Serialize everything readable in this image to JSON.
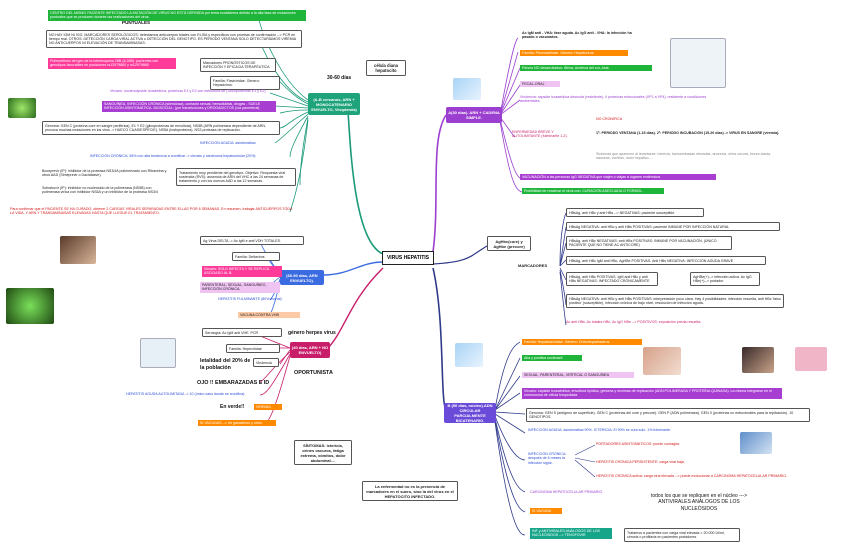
{
  "center": "VIRUS HEPATITIS",
  "hubs": {
    "hav": "A(30 días). ARN + CADENA SIMPLE.",
    "hbv": "B (90 días, núcleo).ADN CIRCULAR PARCIALMENTE BICATENARIO.",
    "hdv": "(60-90 días, ARN ENVUELTO).",
    "hev": "(40 días, ARN + NO ENVUELTO)",
    "hcv": "(A-B cercanos, ARN + MONOCATENARIO ENVUELTO, Viruptemia)",
    "markers": "MARCADORES"
  },
  "labels": {
    "c_days": "30-60 días",
    "c_cell": "célula diana hepatocito",
    "e_genus": "género herpes virus",
    "antigens": "AgHbc(core) y AgHbe (precore)",
    "puntuales": "PUNTUALES",
    "lethality": "letalidad del 20% de la población",
    "pregnant": "OJO !! EMBARAZADAS E ID",
    "oportunista": "OPORTUNISTA",
    "verde": "En verde!!",
    "nucleotides": "todos los que se repliquen en el núcleo ---> ANTIVIRALES ANÁLOGOS DE LOS NUCLEÓSIDOS",
    "sintomas": "SÍNTOMAS: ictericia, orines oscuros, fatiga extrema, vómitos, dolor abdominal....",
    "persistence": "La enfermedad no es la presencia de marcadores en el suero, sino la del virus en el HEPATOCITO INFECTADO."
  },
  "hcv_nodes": [
    "CENTRO DEL MISMO PACIENTE INFECTADO LA MUTACIÓN DE VIRUS NO ESTÁ DEFINIDA por tema ecosistema debido a la alta tasa de mutaciones puntuales que se producen durante las realizaciones del virus.",
    "NO HAY IGM NI IGG. MARCADORES SEROLÓGICOS: detectamos anticuerpos totales con ELISA y específicos con pruebas de confirmación --> PCR en tiempo real. OTROS: DETECCIÓN CARGA VIRAL ACTIVA o DETECCIÓN DEL GENOTIPO. ES PERIODO VENTANA SOLO DETECTARÍAMOS VIREMIA NO ANTICUERPOS NI ELEVACIÓN DE TRANSAMINASAS.",
    "Polimorfismo del gen de la interleuquina 28B (IL28B): pacientes con genotipos favorables en posiciones rs12979860 y rs12979860",
    "Marcadores PRONÓSTICOS DE INFECCIÓN Y EFICACIA TERAPÉUTICA",
    "Familia: Flaviviridae. Género: Hepacivirus.",
    "Viruses: nucleocápside icosaédrica, proteínas E1 y E2 con estructura de (Glicoproteínas E1 y E2)",
    "SANGUÍNEA, INFECCIÓN CRÓNICA (silenciosa), contacto sexual, hemodiálisis, drogas - SUELE INFECCIÓN ASINTOMÁTICA. BIOSOCIAL: (por transfusiones y DROGADICTOS (vía parenteral)",
    "Genoma: GEN C (proteína core en sangre periférica), E1 Y E2 (glicoproteínas de envoltura), NS5B (ARN polimerasa dependiente de ARN, provoca muchas mutaciones en los virus -> HUECO CUASIESPECIE), NS5A (fosfoproteína), NS3 proteasa de replicación.",
    "INFECCIÓN AGUDA: asintomática",
    "INFECCIÓN CRÓNICA: 55% con alta tendencia a cronificar -> cirrosis y carcinoma hepatocelular (20%)",
    "Tratamiento muy pendiente del genotipo. Objetivo: Respuesta viral sostenida (RVS): ausencia de ARN del VHC a las 24 semanas de tratamiento y con los nuevos AAD a las 12 semanas.",
    "Boceprevir (IP): inhibidor de la proteasa NS3/4A polimerizado con Ribavirina y otros AAD (Simeprevir o Daclatasvir).",
    "Sofosbuvir (IP): inhibidor no nucleósido de la polimerasa (NS5B) con polimerasa vírica con inhibidor NS5A y un inhibidor de la proteasa NS3/4",
    "Para confirmar que el PACIENTE SE HA CURADO: obtener 2 CARGAS VIRALES SEPARADAS ENTRE ELLAS POR 6 SEMANAS. En resumen, trabajar ANTICUERPOS TODA LA VIDA, Y ARN Y TRANSAMINASAS ELEVADAS HASTA QUE LLEGUE EL TRATAMIENTO."
  ],
  "hdv_nodes": [
    "Ag Virus DELTA -> Ac IgM e anti VDH TOTALES.",
    "Familia: Deltavirus",
    "Viruses: SOLO INFECTA Y SE REPLICA ASOCIADO AL B.",
    "PARENTERAL, SEXUAL, SANGUÍNEO, INFECCIÓN CRÓNICA.",
    "HEPATITIS FULMINANTE (80% mortal).",
    "VACUNA CONTRA VHB"
  ],
  "hev_nodes": [
    "Serología: Ac IgM anti VHE. PCR",
    "Familia: Hepeviridae",
    "Virulencia",
    "HEPATITIS AGUDA AUTOLIMITADA -> 10 (único caso donde se cronifica).",
    "VIREMIA",
    "SI VACUNAS --> en ganaderos y otros"
  ],
  "hav_nodes": [
    "Ac IgM anti - VHA: fase aguda. Ac IgG anti - VHA: la infección ha pasado o vacunados.",
    "Familia: Picornaviridae. Género: Hepatovirus.",
    "Países NO desarrollados: África, América del sur, Asia.",
    "FECAL-ORAL",
    "Virulencia: cápside icosaédrica desnuda (resistente), 4 proteínas estructurales (VP1 a VP4), resistente a condiciones ambientales.",
    "ENFERMEDAD BREVE Y AUTOLIMITANTE (fulminante 1-2).",
    "NO CRONIFICA",
    "1ª: PERIODO VENTANA (1-15 días). 2ª: PERIODO INCUBACIÓN (15-20 días) -> VIRUS EN SANGRE (viremia).",
    "Síntomas que aparecen al levantarse: ictericia, transaminasas elevadas, anorexia, orina oscura, heces claras, náuseas, vómitos, dolor hepático...",
    "VACUNACIÓN a las personas IgG NEGATIVA que viajen o viajan a lugares endémicos.",
    "Posibilidad de reactivar el virus con: CURACIÓN ADECUADA O FORMOL."
  ],
  "marker_nodes": [
    "HBsAg, anti HBc y anti HBs --> NEGATIVAS: paciente susceptible.",
    "HBsAg NEGATIVA: anti HBc y anti HBs POSITIVAS: paciente INMUNE POR INFECCIÓN NATURAL",
    "HBsAg, anti HBc NEGATIVAS: anti HBs POSITIVAS: INMUNE POR VACUNACIÓN. (ÚNICO PACIENTE QUE NO TIENE AC ANTICORE)",
    "HBsAg, anti HBc IgM anti HBc, AgHBe POSITIVAS. Anti HBs NEGATIVA: INFECCIÓN AGUDA GRAVE",
    "HBsAg, anti HBc POSITIVAS. IgM anti HBc y anti HBs NEGATIVAS: INFECTADO CRÓNICAMENTE",
    "AgHBe(+)--> infección activa. Ac IgG HBe(+)--> portador",
    "HBsAg NEGATIVA: anti HBc y anti HBs POSITIVAS: interpretación poco clara. Hay 4 posibilidades: infección resuelta, anti HBc 'falso positivo' (susceptible), infección crónica de bajo nivel, resolución de infección aguda.",
    "Ac anti HBs, Ac totales HBc, Ac IgG HBe --> POSITIVOS: exposición previa resuelta."
  ],
  "hbv_nodes": [
    "Familia: Hepadnaviridae. Género: Orthohepadnavirus.",
    "Alta y positiva sociedad!",
    "SEXUAL, PARENTERAL, VERTICAL O SANGUÍNEA",
    "Viruses: cápside icosaédrica, envoltura lipídica, genoma y enzimas de replicación (ADN POLIMERASA Y PROTEÍNA QUINASA). La misma integrarse en el cromosoma de célula hospedada.",
    "Genoma: GEN S (antígeno de superficie). GEN C (proteínas del core y precore). GEN P (ADN polimerasa). GEN X (proteínas no estructurales para la replicación). 10 GENOTIPOS.",
    "INFECCIÓN AGUDA: asintomática 90%. ICTERICIA: El 90% se cura solo. 1% fulminante.",
    "INFECCIÓN CRÓNICA: después de 6 meses la infección sigue.",
    "PORTADORES ASINTOMÁTICOS: puede contagiar.",
    "HEPATITIS CRÓNICA PERSISTENTE: carga viral baja.",
    "HEPATITIS CRÓNICA activa: carga viral elevada --> puede evolucionar a CARCINOMA HEPATOCELULAR PRIMARIO.",
    "CARCINOMA HEPATOCELULAR PRIMARIO",
    "SI VACUNA",
    "INF y ANTIVIRALES ANÁLOGOS DE LOS NUCLEÓSIDOS --> TENOFOVIR",
    "Tratamos a pacientes con carga viral elevada > 20.000 UI/ml, cirrosis o profilaxis en pacientes portadores."
  ],
  "colors": {
    "green": "#1fb53a",
    "teal": "#1fa37a",
    "violet": "#9b3fd0",
    "pink": "#ff3b9a",
    "orange": "#ff8a00",
    "blue": "#3b8cff",
    "line_dark": "#2f3a8a",
    "line_teal": "#1a9a7a"
  },
  "images": [
    "virus-microscope-image",
    "woman-liver-diagram-image",
    "hands-image",
    "woman-pain-image",
    "people-icon-image",
    "vaccine-image",
    "virus-green-image",
    "virus-cluster-image",
    "liver-3d-image"
  ]
}
